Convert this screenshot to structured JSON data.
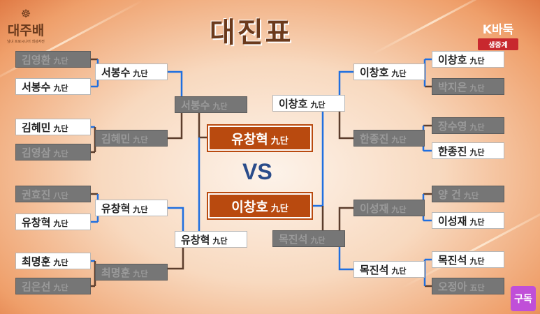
{
  "header": {
    "title": "대진표",
    "logo_text": "대주배",
    "logo_sub": "남녀 프로시니어 최강자전",
    "brand": "K바둑",
    "live_badge": "생중계"
  },
  "vs": "VS",
  "subscribe": "구독",
  "colors": {
    "final_bg": "#b94a0f",
    "line_winner": "#1f6fe0",
    "line_loser": "#5b3d2c",
    "winner_box": "#ffffff",
    "loser_box": "#767676"
  },
  "left": {
    "r1": [
      {
        "name": "김영환",
        "rank": "九단",
        "status": "lose"
      },
      {
        "name": "서봉수",
        "rank": "九단",
        "status": "win"
      },
      {
        "name": "김혜민",
        "rank": "九단",
        "status": "win"
      },
      {
        "name": "김영삼",
        "rank": "九단",
        "status": "lose"
      },
      {
        "name": "권효진",
        "rank": "八단",
        "status": "lose"
      },
      {
        "name": "유창혁",
        "rank": "九단",
        "status": "win"
      },
      {
        "name": "최명훈",
        "rank": "九단",
        "status": "win"
      },
      {
        "name": "김은선",
        "rank": "九단",
        "status": "lose"
      }
    ],
    "r2": [
      {
        "name": "서봉수",
        "rank": "九단",
        "status": "win"
      },
      {
        "name": "김혜민",
        "rank": "九단",
        "status": "lose"
      },
      {
        "name": "유창혁",
        "rank": "九단",
        "status": "win"
      },
      {
        "name": "최명훈",
        "rank": "九단",
        "status": "lose"
      }
    ],
    "r3": [
      {
        "name": "서봉수",
        "rank": "九단",
        "status": "lose"
      },
      {
        "name": "유창혁",
        "rank": "九단",
        "status": "win"
      }
    ]
  },
  "right": {
    "r1": [
      {
        "name": "이창호",
        "rank": "九단",
        "status": "win"
      },
      {
        "name": "박지은",
        "rank": "九단",
        "status": "lose"
      },
      {
        "name": "장수영",
        "rank": "九단",
        "status": "lose"
      },
      {
        "name": "한종진",
        "rank": "九단",
        "status": "win"
      },
      {
        "name": "양 건",
        "rank": "九단",
        "status": "lose"
      },
      {
        "name": "이성재",
        "rank": "九단",
        "status": "win"
      },
      {
        "name": "목진석",
        "rank": "九단",
        "status": "win"
      },
      {
        "name": "오정아",
        "rank": "五단",
        "status": "lose"
      }
    ],
    "r2": [
      {
        "name": "이창호",
        "rank": "九단",
        "status": "win"
      },
      {
        "name": "한종진",
        "rank": "九단",
        "status": "lose"
      },
      {
        "name": "이성재",
        "rank": "九단",
        "status": "lose"
      },
      {
        "name": "목진석",
        "rank": "九단",
        "status": "win"
      }
    ],
    "r3": [
      {
        "name": "이창호",
        "rank": "九단",
        "status": "win"
      },
      {
        "name": "목진석",
        "rank": "九단",
        "status": "lose"
      }
    ]
  },
  "final": [
    {
      "name": "유창혁",
      "rank": "九단"
    },
    {
      "name": "이창호",
      "rank": "九단"
    }
  ]
}
